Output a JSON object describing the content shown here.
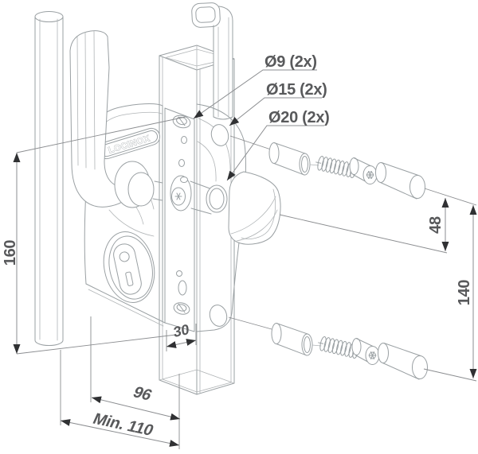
{
  "drawing": {
    "brand_badge": "LOCINOX",
    "callouts": {
      "dia9": "Ø9 (2x)",
      "dia15": "Ø15 (2x)",
      "dia20": "Ø20 (2x)"
    },
    "dimensions": {
      "lock_height": "160",
      "axle_to_screw": "48",
      "screw_spacing": "140",
      "post_face": "30",
      "body_width": "96",
      "min_clearance": "Min. 110"
    },
    "colors": {
      "line": "#9aa0a3",
      "line_light": "#b0b4b6",
      "dim_line": "#8b8d90",
      "text": "#58595b",
      "arrow": "#303133",
      "background": "#ffffff"
    }
  }
}
